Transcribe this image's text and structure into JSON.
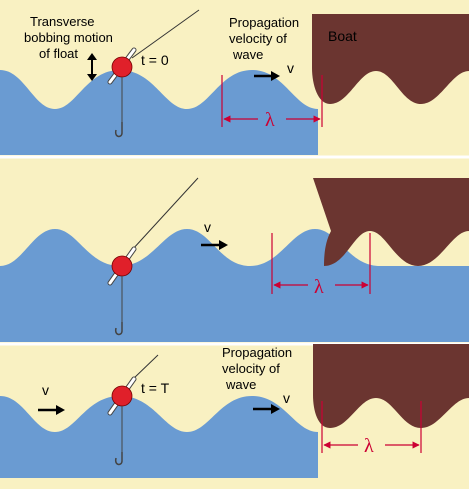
{
  "colors": {
    "background": "#f9f1c2",
    "water": "#6a9bd2",
    "boat": "#6b3530",
    "float": "#e0202a",
    "wavelength_marker": "#cc0033",
    "divider": "#ffffff"
  },
  "panels": [
    {
      "labels": {
        "motion": [
          "Transverse",
          "bobbing motion",
          "of float"
        ],
        "time": "t = 0",
        "propagation": [
          "Propagation",
          "velocity of",
          "wave"
        ],
        "velocity": "v",
        "boat": "Boat",
        "wavelength": "λ"
      }
    },
    {
      "labels": {
        "velocity": "v",
        "wavelength": "λ"
      }
    },
    {
      "labels": {
        "time": "t = T",
        "propagation": [
          "Propagation",
          "velocity of",
          "wave"
        ],
        "velocity_left": "v",
        "velocity_right": "v",
        "wavelength": "λ"
      }
    }
  ],
  "icons": [
    "float-icon",
    "hook-icon",
    "fishing-line-icon",
    "double-arrow-icon",
    "arrow-right-icon"
  ]
}
